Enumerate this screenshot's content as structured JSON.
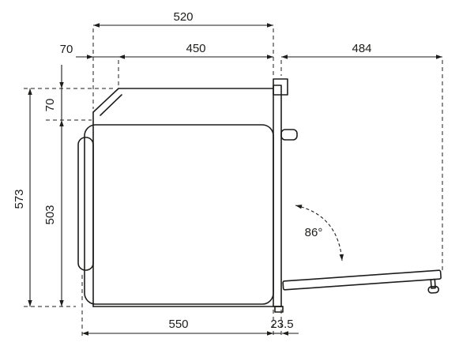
{
  "diagram": {
    "dimensions": {
      "top_width": "520",
      "top_front_offset": "70",
      "top_body_depth": "450",
      "open_door_depth": "484",
      "total_height": "573",
      "control_zone_height": "70",
      "body_height": "503",
      "body_depth": "550",
      "door_thickness": "23.5",
      "door_open_angle": "86°"
    },
    "colors": {
      "line": "#1d1d1b",
      "background": "#ffffff"
    }
  }
}
